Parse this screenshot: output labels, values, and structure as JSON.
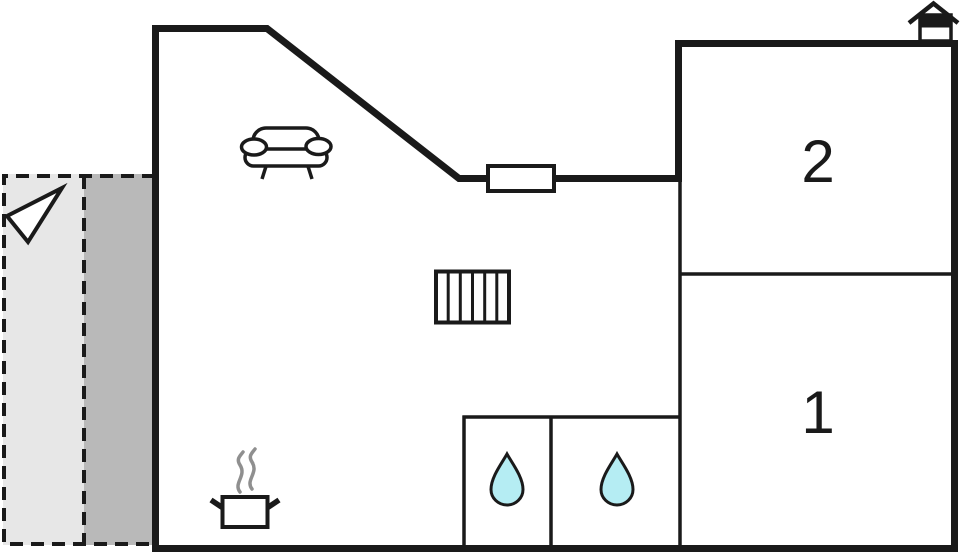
{
  "page": {
    "background": "#ffffff"
  },
  "colors": {
    "wall": "#1a1a1a",
    "terrace_light": "#e7e7e7",
    "terrace_dark": "#b9b9b9",
    "water_drop": "#b5edf3",
    "steam": "#8f8f8f",
    "white": "#ffffff"
  },
  "rooms": {
    "bedroom_2": {
      "label": "2"
    },
    "bedroom_1": {
      "label": "1"
    }
  },
  "icons": {
    "north_arrow": "north-arrow",
    "sofa": "sofa",
    "radiator": "radiator-grille",
    "window": "window",
    "cooking_pot": "cooking-pot-with-steam",
    "water_drop": "water-drop",
    "house": "house-entrance-marker"
  }
}
